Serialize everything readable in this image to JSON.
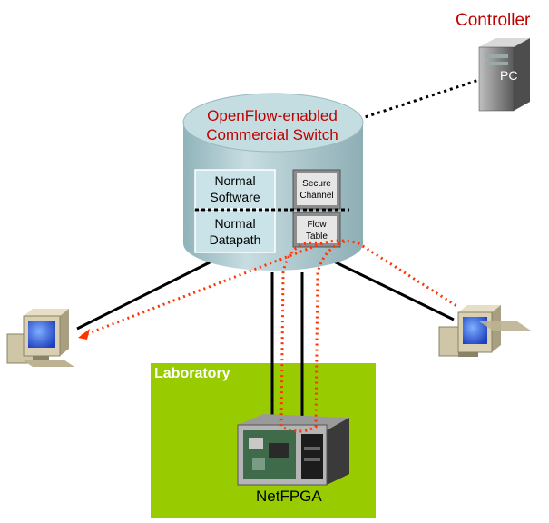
{
  "controller": {
    "label": "Controller",
    "pc_tag": "PC"
  },
  "switch": {
    "title_line1": "OpenFlow-enabled",
    "title_line2": "Commercial Switch",
    "normal_software_line1": "Normal",
    "normal_software_line2": "Software",
    "normal_datapath_line1": "Normal",
    "normal_datapath_line2": "Datapath",
    "secure_channel_line1": "Secure",
    "secure_channel_line2": "Channel",
    "flow_table_line1": "Flow",
    "flow_table_line2": "Table"
  },
  "laboratory": {
    "label": "Laboratory"
  },
  "netfpga": {
    "label": "NetFPGA"
  },
  "colors": {
    "controller_text": "#c00000",
    "switch_body": "#a9c9cf",
    "lab_area": "#99cc00",
    "flow_path": "#ff3300"
  }
}
